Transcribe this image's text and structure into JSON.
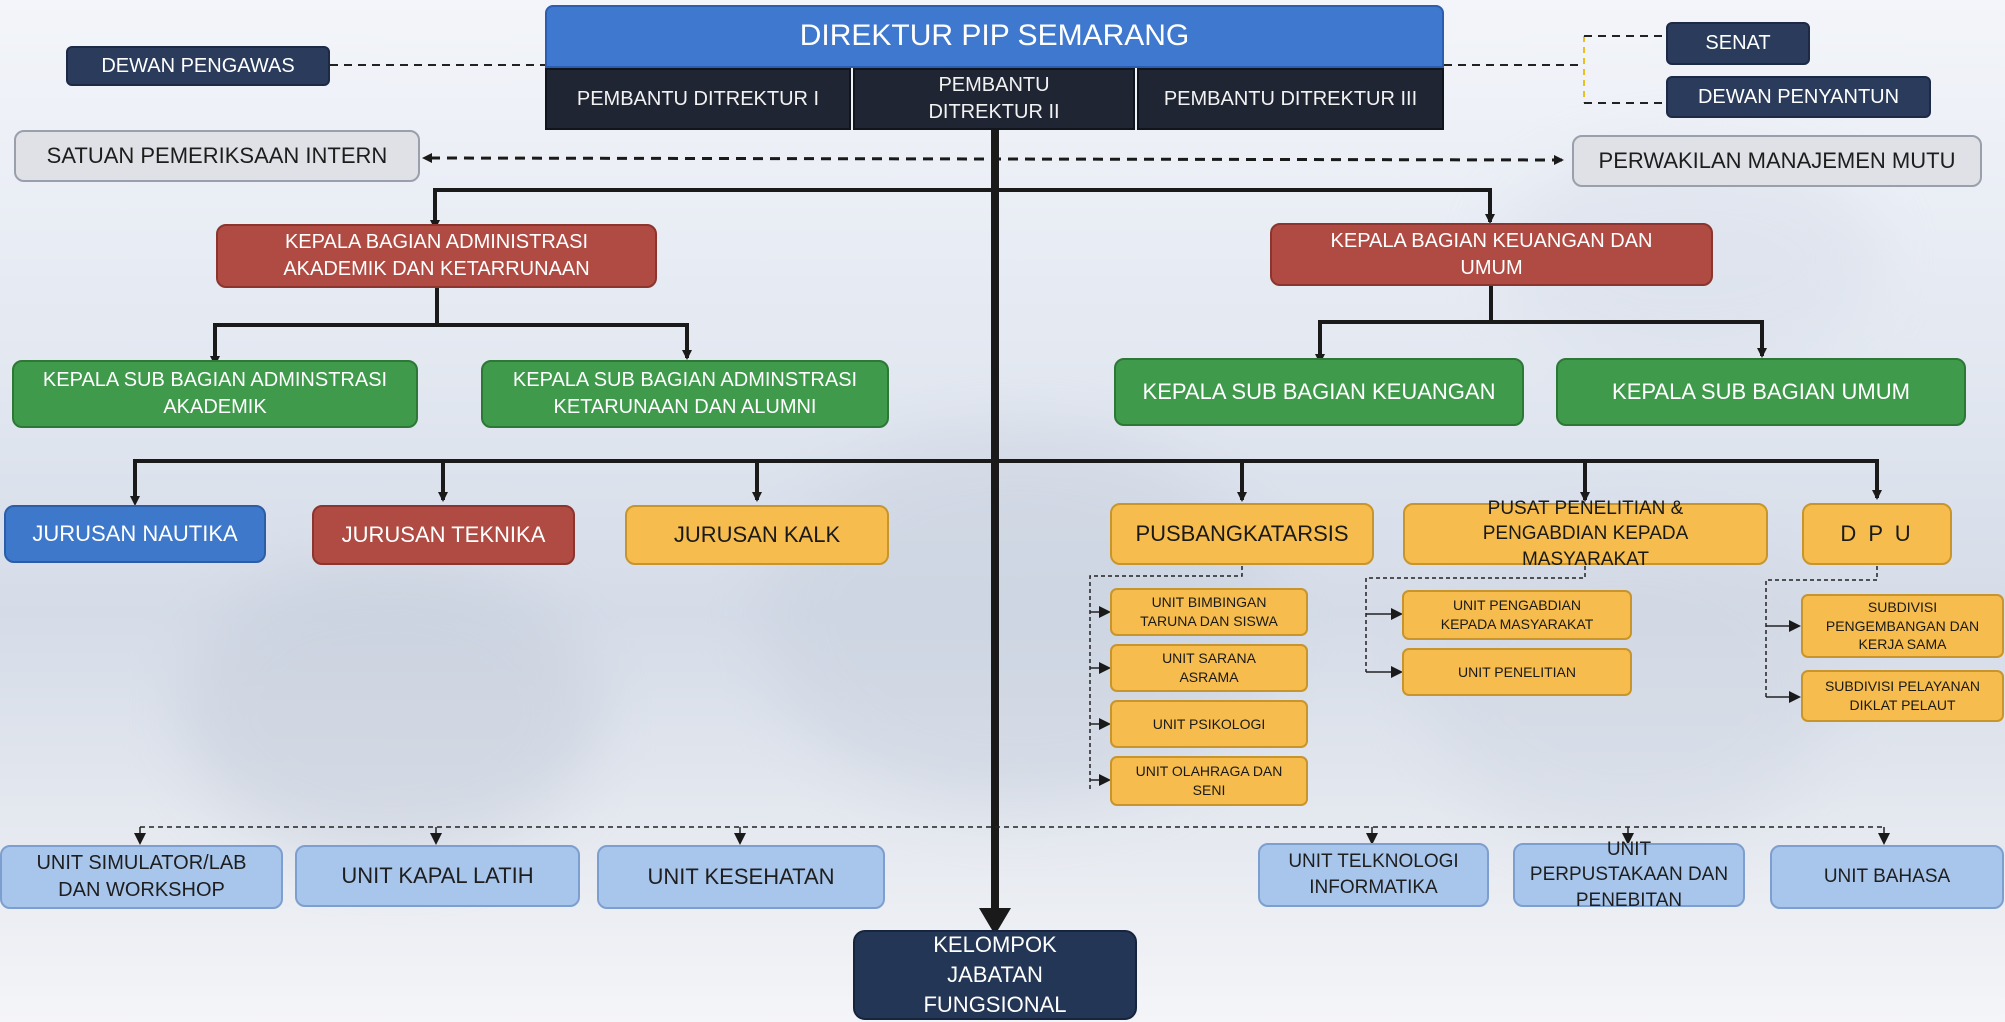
{
  "chart": {
    "director": "DIREKTUR PIP SEMARANG",
    "deputies": [
      "PEMBANTU DITREKTUR I",
      "PEMBANTU DITREKTUR II",
      "PEMBANTU DITREKTUR III"
    ],
    "dewan_pengawas": "DEWAN PENGAWAS",
    "senat": "SENAT",
    "dewan_penyantun": "DEWAN PENYANTUN",
    "spi": "SATUAN PEMERIKSAAN INTERN",
    "pmm": "PERWAKILAN MANAJEMEN MUTU",
    "kabag_akademik": "KEPALA BAGIAN ADMINISTRASI AKADEMIK DAN KETARRUNAAN",
    "kabag_keuangan": "KEPALA BAGIAN KEUANGAN DAN UMUM",
    "subbag_akademik": "KEPALA SUB BAGIAN ADMINSTRASI AKADEMIK",
    "subbag_ketarunaan": "KEPALA SUB BAGIAN ADMINSTRASI KETARUNAAN DAN ALUMNI",
    "subbag_keuangan": "KEPALA SUB BAGIAN KEUANGAN",
    "subbag_umum": "KEPALA SUB BAGIAN UMUM",
    "jurusan_nautika": "JURUSAN NAUTIKA",
    "jurusan_teknika": "JURUSAN TEKNIKA",
    "jurusan_kalk": "JURUSAN KALK",
    "pusbangkatarsis": "PUSBANGKATARSIS",
    "p3m": "PUSAT PENELITIAN & PENGABDIAN KEPADA MASYARAKAT",
    "dpu": "D P U",
    "units_pusbang": [
      "UNIT BIMBINGAN TARUNA DAN SISWA",
      "UNIT SARANA ASRAMA",
      "UNIT PSIKOLOGI",
      "UNIT OLAHRAGA DAN SENI"
    ],
    "units_p3m": [
      "UNIT PENGABDIAN KEPADA MASYARAKAT",
      "UNIT PENELITIAN"
    ],
    "units_dpu": [
      "SUBDIVISI PENGEMBANGAN DAN KERJA SAMA",
      "SUBDIVISI PELAYANAN DIKLAT PELAUT"
    ],
    "bottom_units": [
      "UNIT SIMULATOR/LAB DAN WORKSHOP",
      "UNIT KAPAL LATIH",
      "UNIT KESEHATAN",
      "UNIT TELKNOLOGI INFORMATIKA",
      "UNIT PERPUSTAKAAN DAN PENEBITAN",
      "UNIT BAHASA"
    ],
    "fungsional": "KELOMPOK JABATAN FUNGSIONAL"
  },
  "colors": {
    "navy": "#2b3b5c",
    "director_blue": "#3e78cf",
    "red": "#b04b43",
    "green": "#3f9a4b",
    "orange": "#f6bc4d",
    "light_blue": "#a8c6ec",
    "gray": "#dfe1e6"
  }
}
